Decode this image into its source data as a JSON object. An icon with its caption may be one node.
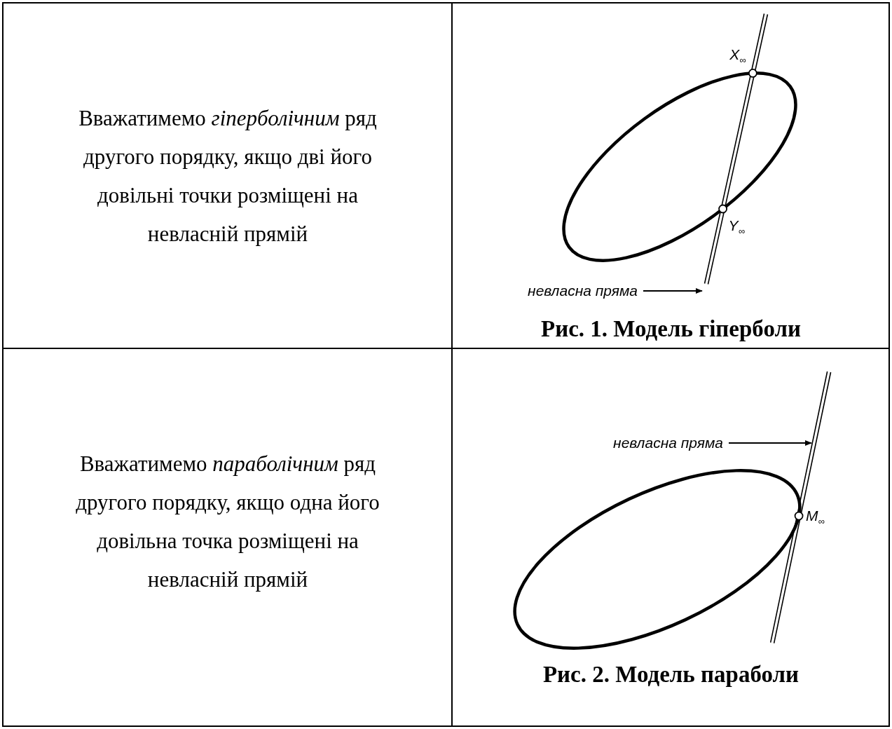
{
  "diagram": {
    "nodes": [
      {
        "text": [
          "невласна пряма"
        ]
      },
      {
        "text": [],
        "shape": "line"
      },
      {
        "text": [
          "невласна пряма"
        ]
      },
      {
        "text": [],
        "shape": "line"
      }
    ],
    "edges": [
      {
        "from": 0,
        "to": 1,
        "arrow": "to"
      },
      {
        "from": 2,
        "to": 3,
        "arrow": "to"
      }
    ],
    "labels": [
      "Вважатимемо *гіперболічним* ряд другого порядку, якщо дві його довільні точки розміщені на невласній прямій",
      "X$_{∞}$",
      "Y$_{∞}$",
      "Рис. 1. Модель гіперболи",
      "Вважатимемо *параболічним* ряд другого порядку, якщо одна його довільна точка розміщені на невласній прямій",
      "M$_{∞}$",
      "Рис. 2. Модель параболи"
    ]
  }
}
